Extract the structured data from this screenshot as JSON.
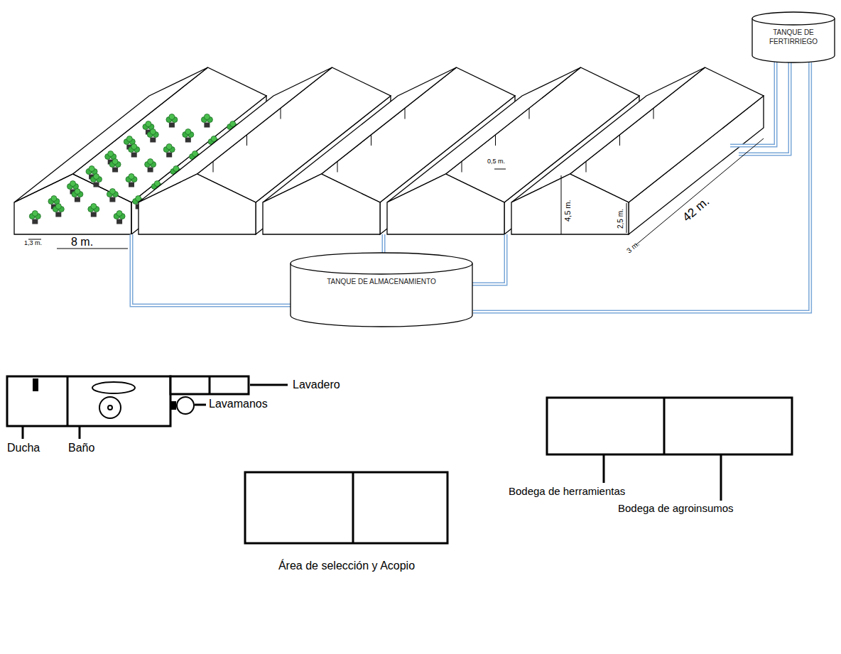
{
  "diagram": {
    "nodes": [
      {
        "text": [
          "TANQUE DE FERTIRRIEGO"
        ]
      },
      {
        "text": [
          "TANQUE DE ALMACENAMIENTO"
        ]
      }
    ],
    "edges": [
      {
        "from": 0,
        "to": 1,
        "arrow": "none"
      }
    ],
    "labels": [
      "1,3 m.",
      "8 m.",
      "0,5 m.",
      "4,5 m.",
      "2,5 m.",
      "3 m.",
      "42 m.",
      "Lavadero",
      "Lavamanos",
      "Ducha",
      "Baño",
      "Área de selección y Acopio",
      "Bodega de herramientas",
      "Bodega de agroinsumos"
    ]
  }
}
